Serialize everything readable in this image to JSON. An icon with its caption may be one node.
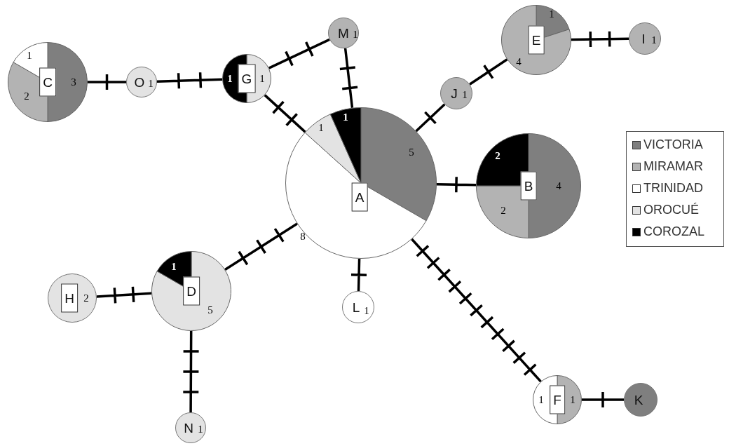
{
  "diagram": {
    "nodes": [
      {
        "text": [
          "M",
          "1"
        ]
      },
      {
        "text": [
          "E",
          "1",
          "4"
        ]
      },
      {
        "text": [
          "I",
          "1"
        ]
      },
      {
        "text": [
          "C",
          "1",
          "2",
          "3"
        ]
      },
      {
        "text": [
          "O",
          "1"
        ]
      },
      {
        "text": [
          "1",
          "G",
          "1"
        ]
      },
      {
        "text": [
          "J",
          "1"
        ]
      },
      {
        "text": [
          "A",
          "1",
          "1",
          "5",
          "8"
        ]
      },
      {
        "text": [
          "B",
          "2",
          "2",
          "4"
        ]
      },
      {
        "text": [
          "D",
          "1",
          "5"
        ]
      },
      {
        "text": [
          "H",
          "2"
        ]
      },
      {
        "text": [
          "L",
          "1"
        ]
      },
      {
        "text": [
          "1",
          "F",
          "1"
        ]
      },
      {
        "text": [
          "N",
          "1"
        ]
      },
      {
        "text": [
          "K"
        ]
      }
    ],
    "edges": [
      {
        "from": 3,
        "to": 4,
        "arrow": "none"
      },
      {
        "from": 4,
        "to": 5,
        "arrow": "none"
      },
      {
        "from": 5,
        "to": 0,
        "arrow": "none"
      },
      {
        "from": 5,
        "to": 7,
        "arrow": "none"
      },
      {
        "from": 0,
        "to": 7,
        "arrow": "none"
      },
      {
        "from": 7,
        "to": 6,
        "arrow": "none"
      },
      {
        "from": 6,
        "to": 1,
        "arrow": "none"
      },
      {
        "from": 1,
        "to": 2,
        "arrow": "none"
      },
      {
        "from": 7,
        "to": 8,
        "arrow": "none"
      },
      {
        "from": 7,
        "to": 9,
        "arrow": "none"
      },
      {
        "from": 9,
        "to": 10,
        "arrow": "none"
      },
      {
        "from": 9,
        "to": 13,
        "arrow": "none"
      },
      {
        "from": 7,
        "to": 11,
        "arrow": "none"
      },
      {
        "from": 7,
        "to": 12,
        "arrow": "none"
      },
      {
        "from": 12,
        "to": 14,
        "arrow": "none"
      }
    ],
    "legend": [
      {
        "text": "VICTORIA",
        "color": "#7f7f7f"
      },
      {
        "text": "MIRAMAR",
        "color": "#b3b3b3"
      },
      {
        "text": "TRINIDAD",
        "color": "#ffffff"
      },
      {
        "text": "OROCUÉ",
        "color": "#e3e3e3"
      },
      {
        "text": "COROZAL",
        "color": "#000000"
      }
    ]
  }
}
